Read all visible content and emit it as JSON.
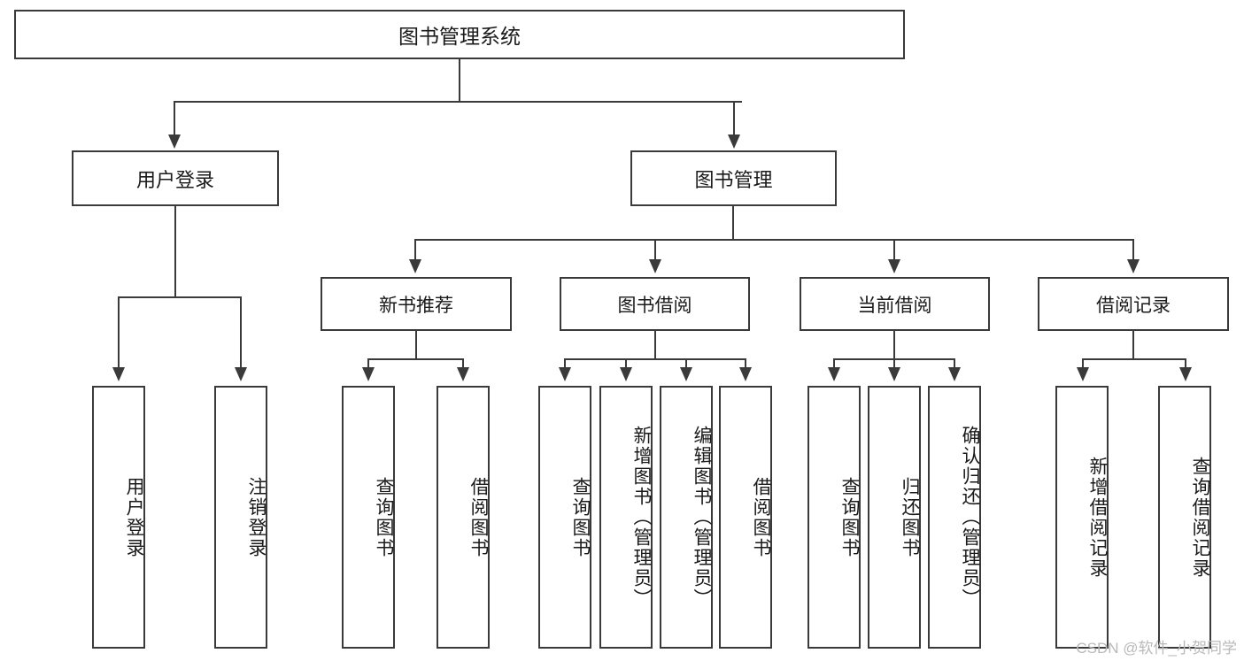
{
  "diagram": {
    "title": "图书管理系统",
    "watermark": "CSDN @软件_小贺同学",
    "accent_color": "#3a3a3a",
    "background_color": "#ffffff",
    "root": {
      "label": "图书管理系统"
    },
    "level2": [
      {
        "label": "用户登录"
      },
      {
        "label": "图书管理"
      }
    ],
    "level3": [
      {
        "label": "新书推荐"
      },
      {
        "label": "图书借阅"
      },
      {
        "label": "当前借阅"
      },
      {
        "label": "借阅记录"
      }
    ],
    "leaves": {
      "user_login": [
        {
          "label": "用户登录"
        },
        {
          "label": "注销登录"
        }
      ],
      "new_book_recommend": [
        {
          "label": "查询图书"
        },
        {
          "label": "借阅图书"
        }
      ],
      "book_borrow": [
        {
          "label": "查询图书"
        },
        {
          "label": "新增图书（管理员）"
        },
        {
          "label": "编辑图书（管理员）"
        },
        {
          "label": "借阅图书"
        }
      ],
      "current_borrow": [
        {
          "label": "查询图书"
        },
        {
          "label": "归还图书"
        },
        {
          "label": "确认归还（管理员）"
        }
      ],
      "borrow_record": [
        {
          "label": "新增借阅记录"
        },
        {
          "label": "查询借阅记录"
        }
      ]
    }
  }
}
